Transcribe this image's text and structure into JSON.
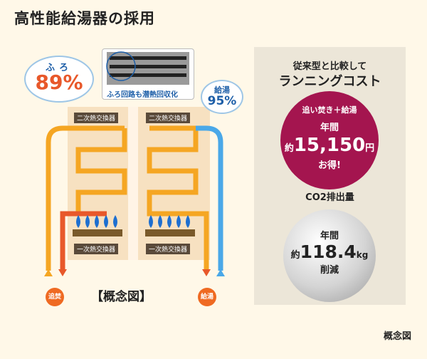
{
  "title": "高性能給湯器の採用",
  "footnote": "概念図",
  "diagram": {
    "furo_label": "ふろ",
    "furo_pct": "89%",
    "kyuto_label": "給湯",
    "kyuto_pct": "95%",
    "callout_text": "ふろ回路も潜熱回収化",
    "secondary_exchanger": "二次熱交換器",
    "primary_exchanger": "一次熱交換器",
    "caption": "【概念図】",
    "reheat_badge": "追焚",
    "hotwater_badge": "給湯",
    "colors": {
      "hot": "#f5a623",
      "return": "#e8582a",
      "cold": "#4aa8e8",
      "frame": "#f3d7b0"
    }
  },
  "panel": {
    "heading_1": "従来型と比較して",
    "heading_2": "ランニングコスト",
    "cost": {
      "line1": "追い焚き＋給湯",
      "line2": "年間",
      "prefix": "約",
      "value": "15,150",
      "unit": "円",
      "line4": "お得!"
    },
    "co2_heading": "CO2排出量",
    "co2": {
      "line1": "年間",
      "prefix": "約",
      "value": "118.4",
      "unit": "kg",
      "line3": "削減"
    },
    "colors": {
      "cost_circle": "#a4154f"
    }
  }
}
